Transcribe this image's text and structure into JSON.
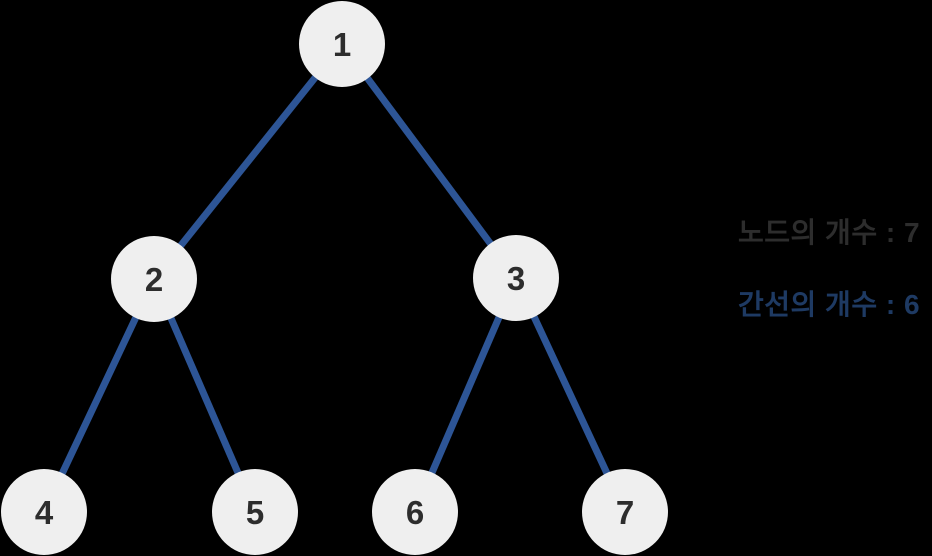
{
  "diagram": {
    "type": "binary-tree",
    "nodes": [
      {
        "id": 1,
        "label": "1"
      },
      {
        "id": 2,
        "label": "2"
      },
      {
        "id": 3,
        "label": "3"
      },
      {
        "id": 4,
        "label": "4"
      },
      {
        "id": 5,
        "label": "5"
      },
      {
        "id": 6,
        "label": "6"
      },
      {
        "id": 7,
        "label": "7"
      }
    ],
    "edges": [
      {
        "from": 1,
        "to": 2
      },
      {
        "from": 1,
        "to": 3
      },
      {
        "from": 2,
        "to": 4
      },
      {
        "from": 2,
        "to": 5
      },
      {
        "from": 3,
        "to": 6
      },
      {
        "from": 3,
        "to": 7
      }
    ]
  },
  "stats": {
    "node_count_text": "노드의 개수 : 7",
    "edge_count_text": "간선의 개수 : 6",
    "node_count": 7,
    "edge_count": 6
  },
  "colors": {
    "background": "#000000",
    "edge_stroke": "#2d5596",
    "node_fill": "#efefef",
    "node_text": "#2d2d2d",
    "stat_nodes_text": "#2d2d2d",
    "stat_edges_text": "#1e3a63"
  }
}
